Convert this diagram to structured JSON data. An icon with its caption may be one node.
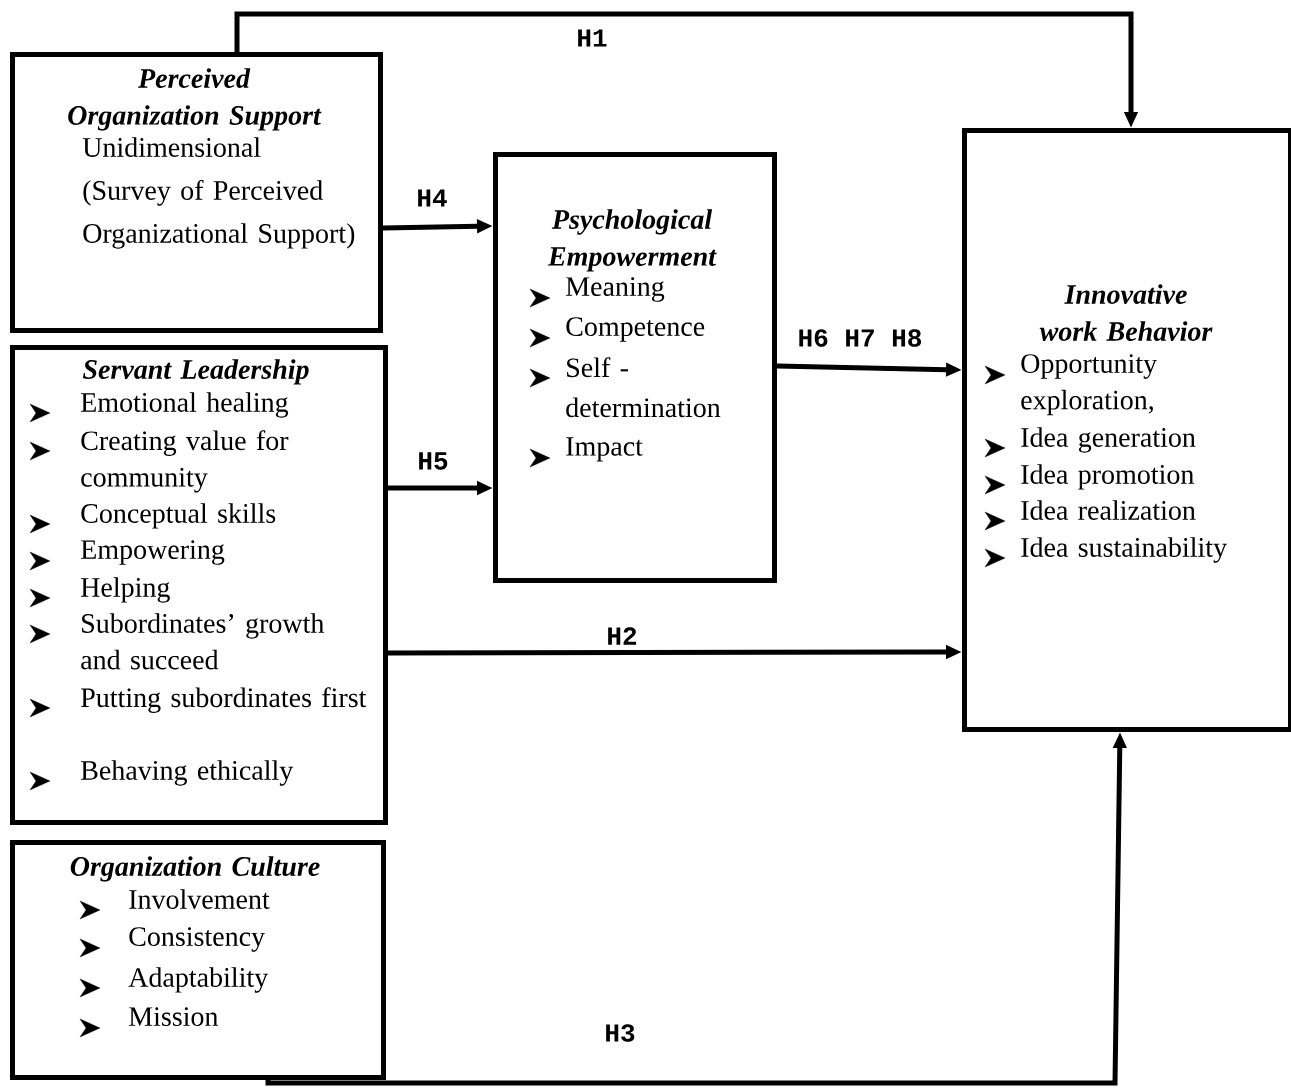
{
  "diagram": {
    "nodes": [
      {
        "text": [
          "Perceived Organization Support",
          "Unidimensional (Survey of Perceived Organizational Support)"
        ]
      },
      {
        "text": [
          "Servant Leadership",
          "Emotional healing",
          "Creating value for community",
          "Conceptual skills",
          "Empowering",
          "Helping",
          "Subordinates’ growth and succeed",
          "Putting subordinates first",
          "Behaving ethically"
        ]
      },
      {
        "text": [
          "Organization Culture",
          "Involvement",
          "Consistency",
          "Adaptability",
          "Mission"
        ]
      },
      {
        "text": [
          "Psychological Empowerment",
          "Meaning",
          "Competence",
          "Self - determination",
          "Impact"
        ]
      },
      {
        "text": [
          "Innovative work Behavior",
          "Opportunity exploration,",
          "Idea generation",
          "Idea promotion",
          "Idea realization",
          "Idea sustainability"
        ]
      }
    ],
    "edges": [
      {
        "from": 0,
        "to": 4,
        "arrow": "to",
        "label": "H1"
      },
      {
        "from": 0,
        "to": 3,
        "arrow": "to",
        "label": "H4"
      },
      {
        "from": 1,
        "to": 3,
        "arrow": "to",
        "label": "H5"
      },
      {
        "from": 3,
        "to": 4,
        "arrow": "to",
        "label": "H6 H7 H8"
      },
      {
        "from": 1,
        "to": 4,
        "arrow": "to",
        "label": "H2"
      },
      {
        "from": 2,
        "to": 4,
        "arrow": "to",
        "label": "H3"
      }
    ]
  }
}
